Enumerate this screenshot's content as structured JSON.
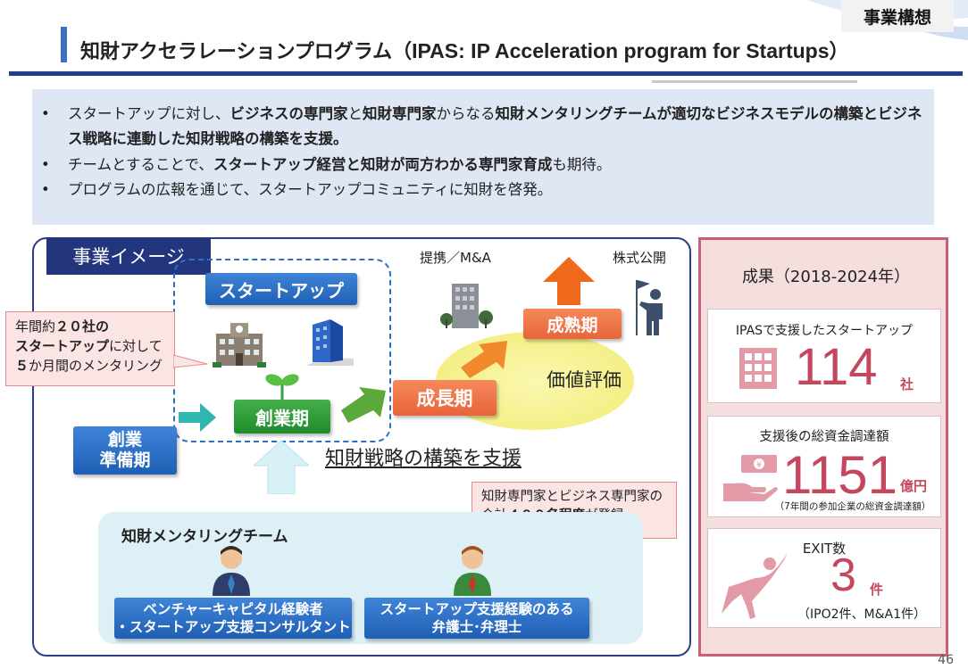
{
  "header": {
    "tag": "事業構想",
    "title_jp": "知財アクセラレーションプログラム（",
    "title_en": "IPAS: IP Acceleration program for Startups",
    "title_close": "）"
  },
  "bullets": [
    {
      "segments": [
        {
          "text": "スタートアップに対し、",
          "bold": false
        },
        {
          "text": "ビジネスの専門家",
          "bold": true
        },
        {
          "text": "と",
          "bold": false
        },
        {
          "text": "知財専門家",
          "bold": true
        },
        {
          "text": "からなる",
          "bold": false
        },
        {
          "text": "知財メンタリングチームが適切なビジネスモデルの構築とビジネス戦略に連動した知財戦略の構築を支援。",
          "bold": true
        }
      ]
    },
    {
      "segments": [
        {
          "text": "チームとすることで、",
          "bold": false
        },
        {
          "text": "スタートアップ経営と知財が両方わかる専門家育成",
          "bold": true
        },
        {
          "text": "も期待。",
          "bold": false
        }
      ]
    },
    {
      "segments": [
        {
          "text": "プログラムの広報を通じて、スタートアップコミュニティに知財を啓発。",
          "bold": false
        }
      ]
    }
  ],
  "image_panel": {
    "label": "事業イメージ",
    "startup_label": "スタートアップ",
    "note_left_line1_a": "年間約",
    "note_left_line1_b": "２０社の",
    "note_left_line2_a": "スタートアップ",
    "note_left_line2_b": "に対して",
    "note_left_line3_a": "５",
    "note_left_line3_b": "か月間のメンタリング",
    "stage_prep": "創業\n準備期",
    "stage_founding": "創業期",
    "stage_growth": "成長期",
    "stage_mature": "成熟期",
    "alliance": "提携／M&A",
    "ipo": "株式公開",
    "value_eval": "価値評価",
    "support_text": "知財戦略の構築を支援",
    "note_right_line1": "知財専門家とビジネス専門家の",
    "note_right_line2_a": "合計",
    "note_right_line2_b": "４００名程度",
    "note_right_line2_c": "が登録",
    "team_title": "知財メンタリングチーム",
    "mentor1_line1": "ベンチャーキャピタル経験者",
    "mentor1_line2": "・スタートアップ支援コンサルタント",
    "mentor2_line1": "スタートアップ支援経験のある",
    "mentor2_line2": "弁護士･弁理士"
  },
  "results": {
    "title": "成果（2018-2024年）",
    "card1": {
      "label": "IPASで支援したスタートアップ",
      "value": "114",
      "unit": "社"
    },
    "card2": {
      "label": "支援後の総資金調達額",
      "value": "1151",
      "unit": "億円",
      "note": "（7年間の参加企業の総資金調達額）"
    },
    "card3": {
      "label": "EXIT数",
      "value": "3",
      "unit": "件",
      "note": "（IPO2件、M&A1件）"
    }
  },
  "colors": {
    "navy": "#23357d",
    "accent_pink": "#c4475e",
    "light_blue_bg": "#dfe7f5"
  },
  "page_number": "46"
}
